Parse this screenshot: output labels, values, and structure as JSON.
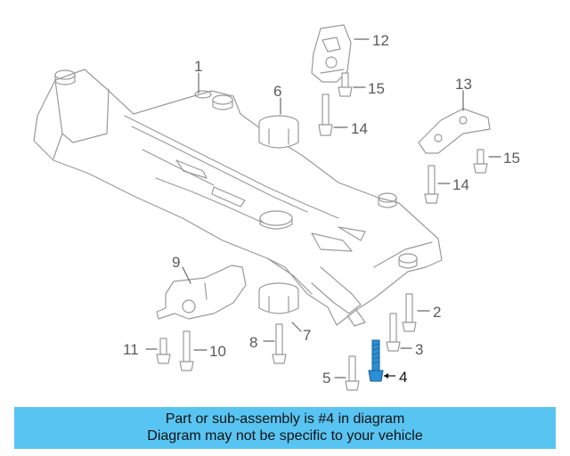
{
  "diagram": {
    "callouts": {
      "c1": "1",
      "c2": "2",
      "c3": "3",
      "c4": "4",
      "c5": "5",
      "c6": "6",
      "c7": "7",
      "c8": "8",
      "c9": "9",
      "c10": "10",
      "c11": "11",
      "c12": "12",
      "c13": "13",
      "c14a": "14",
      "c14b": "14",
      "c15a": "15",
      "c15b": "15"
    },
    "highlighted_part": "4",
    "highlight_color": "#2a8fd6"
  },
  "banner": {
    "line1": "Part or sub-assembly is #4 in diagram",
    "line2": "Diagram may not be specific to your vehicle",
    "color": "#58c4f2"
  }
}
